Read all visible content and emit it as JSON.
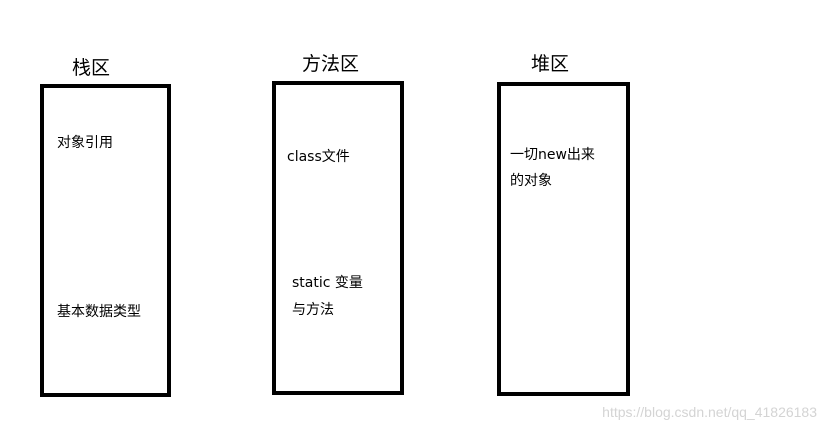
{
  "regions": [
    {
      "title": "栈区",
      "items": [
        "对象引用",
        "基本数据类型"
      ]
    },
    {
      "title": "方法区",
      "items": [
        "class文件",
        "static 变量",
        "与方法"
      ]
    },
    {
      "title": "堆区",
      "items": [
        "一切new出来",
        "的对象"
      ]
    }
  ],
  "watermark": "https://blog.csdn.net/qq_41826183",
  "colors": {
    "border": "#000000",
    "background": "#ffffff",
    "watermark": "#d4d4d4"
  }
}
